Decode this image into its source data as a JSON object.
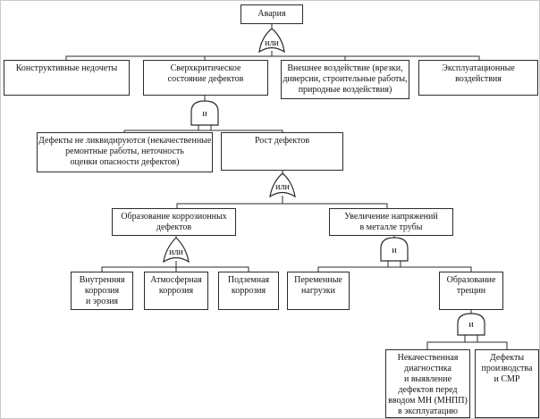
{
  "diagram": {
    "nodes": {
      "root": "Авария",
      "n1": "Конструктивные недочеты",
      "n2": [
        "Сверхкритическое",
        "состояние дефектов"
      ],
      "n3": [
        "Внешнее воздействие (врезки,",
        "диверсии, строительные работы,",
        "природные воздействия)"
      ],
      "n4": [
        "Эксплуатационные",
        "воздействия"
      ],
      "n5": [
        "Дефекты не ликвидируются (некачественные",
        "ремонтные работы, неточность",
        "оценки опасности дефектов)"
      ],
      "n6": "Рост дефектов",
      "n7": [
        "Образование коррозионных",
        "дефектов"
      ],
      "n8": [
        "Увеличение напряжений",
        "в металле трубы"
      ],
      "n9": [
        "Внутренняя",
        "коррозия",
        "и эрозия"
      ],
      "n10": [
        "Атмосферная",
        "коррозия"
      ],
      "n11": [
        "Подземная",
        "коррозия"
      ],
      "n12": [
        "Переменные",
        "нагрузки"
      ],
      "n13": [
        "Образование",
        "трещин"
      ],
      "n14": [
        "Некачественная",
        "диагностика",
        "и выявление",
        "дефектов перед",
        "вводом МН (МНПП)",
        "в эксплуатацию"
      ],
      "n15": [
        "Дефекты",
        "производства",
        "и СМР"
      ]
    },
    "gates": {
      "g1": "или",
      "g2": "и",
      "g3": "или",
      "g4": "или",
      "g5": "и",
      "g6": "и"
    },
    "colors": {
      "line": "#2b2b2b",
      "background": "#ffffff"
    }
  }
}
